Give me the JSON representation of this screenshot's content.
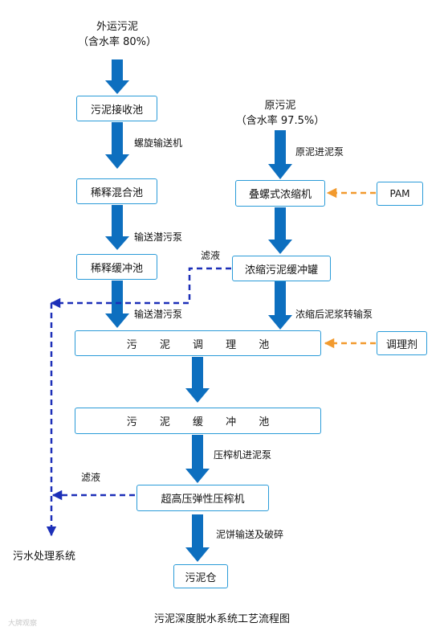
{
  "sources": {
    "external": {
      "name": "外运污泥",
      "moisture": "（含水率 80%）"
    },
    "raw": {
      "name": "原污泥",
      "moisture": "（含水率 97.5%）"
    }
  },
  "nodes": {
    "receiving_tank": "污泥接收池",
    "dilution_mixing_tank": "稀释混合池",
    "dilution_buffer_tank": "稀释缓冲池",
    "stacked_screw_thickener": "叠螺式浓缩机",
    "thickened_buffer_tank": "浓缩污泥缓冲罐",
    "conditioning_tank": "污 泥 调 理 池",
    "sludge_buffer_tank": "污 泥 缓 冲 池",
    "filter_press": "超高压弹性压榨机",
    "sludge_silo": "污泥仓",
    "pam": "PAM",
    "conditioner": "调理剂",
    "wastewater_system": "污水处理系统"
  },
  "edge_labels": {
    "screw_conveyor": "螺旋输送机",
    "transfer_pump_1": "输送潜污泵",
    "transfer_pump_2": "输送潜污泵",
    "raw_feed_pump": "原泥进泥泵",
    "thickened_transfer_pump": "浓缩后泥浆转输泵",
    "filtrate_1": "滤液",
    "filtrate_2": "滤液",
    "press_feed_pump": "压榨机进泥泵",
    "cake_conveying": "泥饼输送及破碎"
  },
  "caption": "污泥深度脱水系统工艺流程图",
  "watermark": "大牌观察",
  "colors": {
    "box_border": "#2a9bd8",
    "flow_arrow": "#0d6fbf",
    "chemical_arrow": "#f29a2e",
    "filtrate_arrow": "#1c2fb8"
  }
}
